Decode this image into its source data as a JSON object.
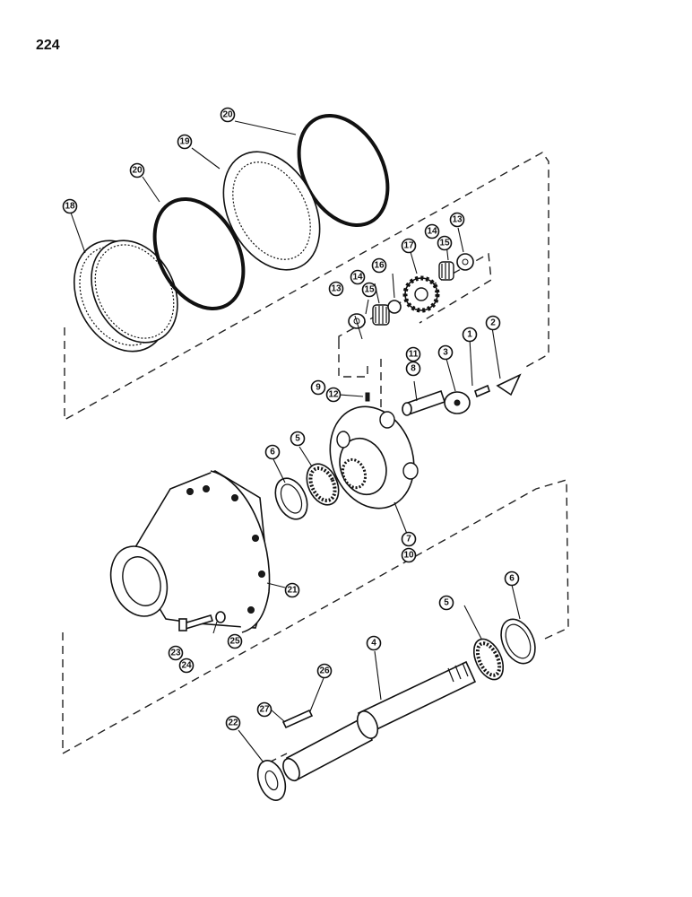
{
  "page": {
    "number": "224"
  },
  "callouts": [
    {
      "id": "c1",
      "label": "1"
    },
    {
      "id": "c2",
      "label": "2"
    },
    {
      "id": "c3",
      "label": "3"
    },
    {
      "id": "c4",
      "label": "4"
    },
    {
      "id": "c5a",
      "label": "5"
    },
    {
      "id": "c5b",
      "label": "5"
    },
    {
      "id": "c6a",
      "label": "6"
    },
    {
      "id": "c6b",
      "label": "6"
    },
    {
      "id": "c7",
      "label": "7"
    },
    {
      "id": "c8",
      "label": "8"
    },
    {
      "id": "c9",
      "label": "9"
    },
    {
      "id": "c10",
      "label": "10"
    },
    {
      "id": "c11",
      "label": "11"
    },
    {
      "id": "c12",
      "label": "12"
    },
    {
      "id": "c13a",
      "label": "13"
    },
    {
      "id": "c13b",
      "label": "13"
    },
    {
      "id": "c14a",
      "label": "14"
    },
    {
      "id": "c14b",
      "label": "14"
    },
    {
      "id": "c15a",
      "label": "15"
    },
    {
      "id": "c15b",
      "label": "15"
    },
    {
      "id": "c16",
      "label": "16"
    },
    {
      "id": "c17",
      "label": "17"
    },
    {
      "id": "c18",
      "label": "18"
    },
    {
      "id": "c19",
      "label": "19"
    },
    {
      "id": "c20a",
      "label": "20"
    },
    {
      "id": "c20b",
      "label": "20"
    },
    {
      "id": "c21",
      "label": "21"
    },
    {
      "id": "c22",
      "label": "22"
    },
    {
      "id": "c23",
      "label": "23"
    },
    {
      "id": "c24",
      "label": "24"
    },
    {
      "id": "c25",
      "label": "25"
    },
    {
      "id": "c26",
      "label": "26"
    },
    {
      "id": "c27",
      "label": "27"
    }
  ]
}
